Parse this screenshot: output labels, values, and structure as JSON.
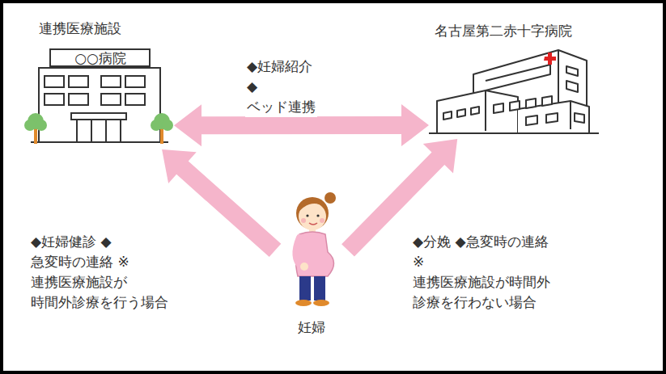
{
  "diagram": {
    "nodes": [
      {
        "text": [
          "連携医療施設",
          "○○病院"
        ]
      },
      {
        "text": [
          "名古屋第二赤十字病院"
        ]
      },
      {
        "text": [
          "妊婦"
        ]
      }
    ],
    "edges": [
      {
        "from": 0,
        "to": 1,
        "arrow": "both",
        "label": "◆妊婦紹介 ◆ベッド連携"
      },
      {
        "from": 2,
        "to": 0,
        "arrow": "to",
        "label": "◆妊婦健診 ◆急変時の連絡 ※連携医療施設が 時間外診療を行う場合"
      },
      {
        "from": 2,
        "to": 1,
        "arrow": "to",
        "label": "◆分娩 ◆急変時の連絡 ※連携医療施設が時間外 診療を行わない場合"
      }
    ]
  }
}
